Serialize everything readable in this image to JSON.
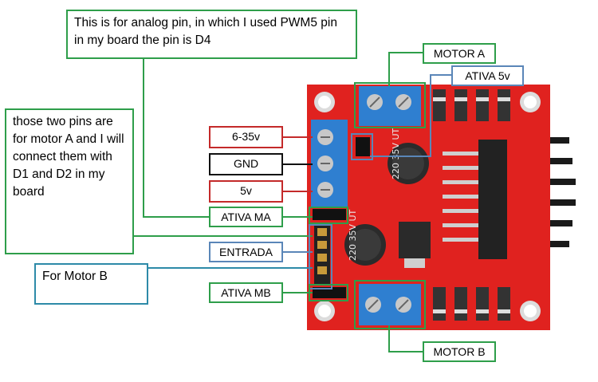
{
  "notes": {
    "analog_pin": "This is for analog pin, in which I used PWM5 pin in my board the pin is D4",
    "motor_a_pins": "those two pins are for motor A and I will connect them with D1 and D2 in my board",
    "motor_b": "For Motor B"
  },
  "labels": {
    "motor_a": "MOTOR A",
    "ativa_5v": "ATIVA 5v",
    "v6_35": "6-35v",
    "gnd": "GND",
    "v5": "5v",
    "ativa_ma": "ATIVA MA",
    "entrada": "ENTRADA",
    "ativa_mb": "ATIVA MB",
    "motor_b": "MOTOR B"
  },
  "board": {
    "capacitor_top": "220 35V UT",
    "capacitor_bottom": "220 35V UT",
    "colors": {
      "pcb": "#e0221f",
      "terminal": "#2f7fd0",
      "heatsink": "#1a1a1a",
      "label_green": "#2e9e4a",
      "label_red": "#c42a2a",
      "label_blue": "#5a86b8"
    }
  }
}
